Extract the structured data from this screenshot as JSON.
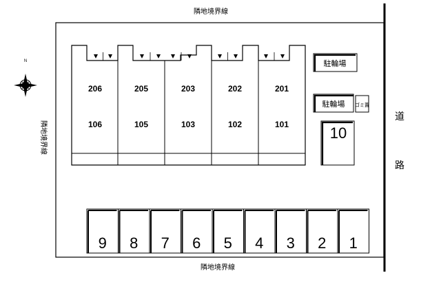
{
  "boundary_labels": {
    "top": "隣地境界線",
    "bottom": "隣地境界線",
    "left": "隣地境界線"
  },
  "road_label": "道路",
  "compass_label": "N",
  "bike_parking": [
    "駐輪場",
    "駐輪場"
  ],
  "garbage_label": "ゴミ置",
  "building": {
    "upper_units": [
      "206",
      "205",
      "203",
      "202",
      "201"
    ],
    "lower_units": [
      "106",
      "105",
      "103",
      "102",
      "101"
    ]
  },
  "parking": {
    "bottom_row": [
      "9",
      "8",
      "7",
      "6",
      "5",
      "4",
      "3",
      "2",
      "1"
    ],
    "extra_space": "10"
  }
}
